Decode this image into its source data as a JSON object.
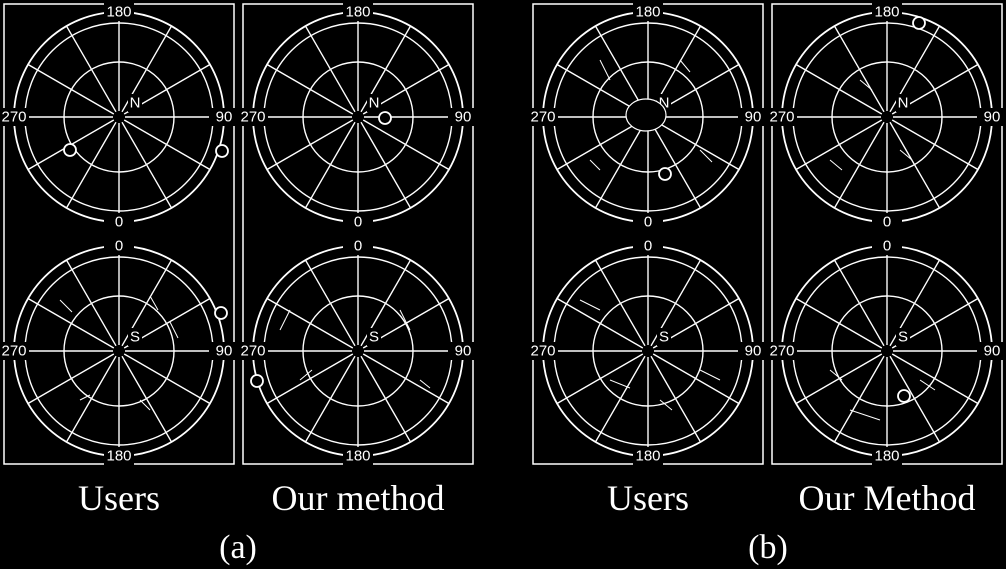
{
  "groups": [
    {
      "label": "(a)",
      "panels": [
        {
          "caption": "Users",
          "north": {
            "top": "180",
            "bottom": "0",
            "left": "270",
            "right": "90",
            "center": "N"
          },
          "south": {
            "top": "0",
            "bottom": "180",
            "left": "270",
            "right": "90",
            "center": "S"
          }
        },
        {
          "caption": "Our method",
          "north": {
            "top": "180",
            "bottom": "0",
            "left": "270",
            "right": "90",
            "center": "N"
          },
          "south": {
            "top": "0",
            "bottom": "180",
            "left": "270",
            "right": "90",
            "center": "S"
          }
        }
      ]
    },
    {
      "label": "(b)",
      "panels": [
        {
          "caption": "Users",
          "north": {
            "top": "180",
            "bottom": "0",
            "left": "270",
            "right": "90",
            "center": "N"
          },
          "south": {
            "top": "0",
            "bottom": "180",
            "left": "270",
            "right": "90",
            "center": "S"
          }
        },
        {
          "caption": "Our Method",
          "north": {
            "top": "180",
            "bottom": "0",
            "left": "270",
            "right": "90",
            "center": "N"
          },
          "south": {
            "top": "0",
            "bottom": "180",
            "left": "270",
            "right": "90",
            "center": "S"
          }
        }
      ]
    }
  ],
  "colors": {
    "background": "#000000",
    "foreground": "#ffffff"
  }
}
